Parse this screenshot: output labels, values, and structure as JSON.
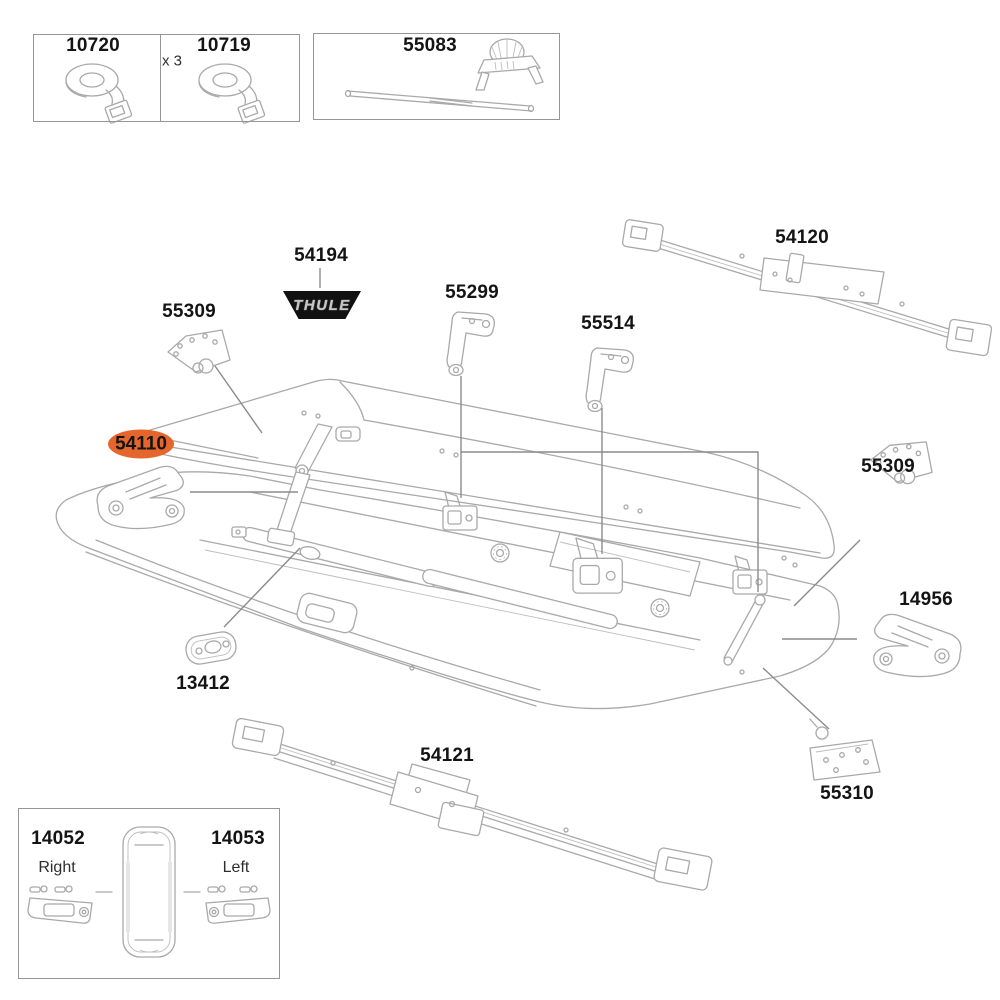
{
  "colors": {
    "background": "#ffffff",
    "line_art": "#a9a9a9",
    "leader_line": "#8c8c8c",
    "label_text": "#141414",
    "highlight_fill": "#e4662d",
    "badge_background": "#111111",
    "badge_text": "#c6c6c6",
    "box_border": "#969696"
  },
  "top_left_box": {
    "cells": [
      {
        "part_number": "10720",
        "icon": "strap-roll"
      },
      {
        "part_number": "10719",
        "quantity": "x 3",
        "icon": "strap-roll"
      }
    ]
  },
  "top_center_box": {
    "part_number": "55083",
    "icons": [
      "tension-rod",
      "clamp-knob"
    ]
  },
  "brand_badge": {
    "part_number": "54194",
    "text": "THULE"
  },
  "callouts": {
    "bracket_front_left": {
      "part_number": "55309"
    },
    "latch_front": {
      "part_number": "55299"
    },
    "latch_rear": {
      "part_number": "55514"
    },
    "bar_top": {
      "part_number": "54120"
    },
    "hook_left": {
      "part_number": "54110",
      "highlighted": true
    },
    "bracket_rear_right": {
      "part_number": "55309"
    },
    "hook_right": {
      "part_number": "14956"
    },
    "plate_front": {
      "part_number": "13412"
    },
    "bar_bottom": {
      "part_number": "54121"
    },
    "bracket_bottom_right": {
      "part_number": "55310"
    }
  },
  "bottom_left_box": {
    "right_handle": {
      "part_number": "14052",
      "side_label": "Right",
      "icon": "lid-handle"
    },
    "left_handle": {
      "part_number": "14053",
      "side_label": "Left",
      "icon": "lid-handle"
    },
    "center_icon": "cargo-box-top-view"
  },
  "main_illustration": {
    "name": "roof-cargo-box-open-exploded-view"
  }
}
